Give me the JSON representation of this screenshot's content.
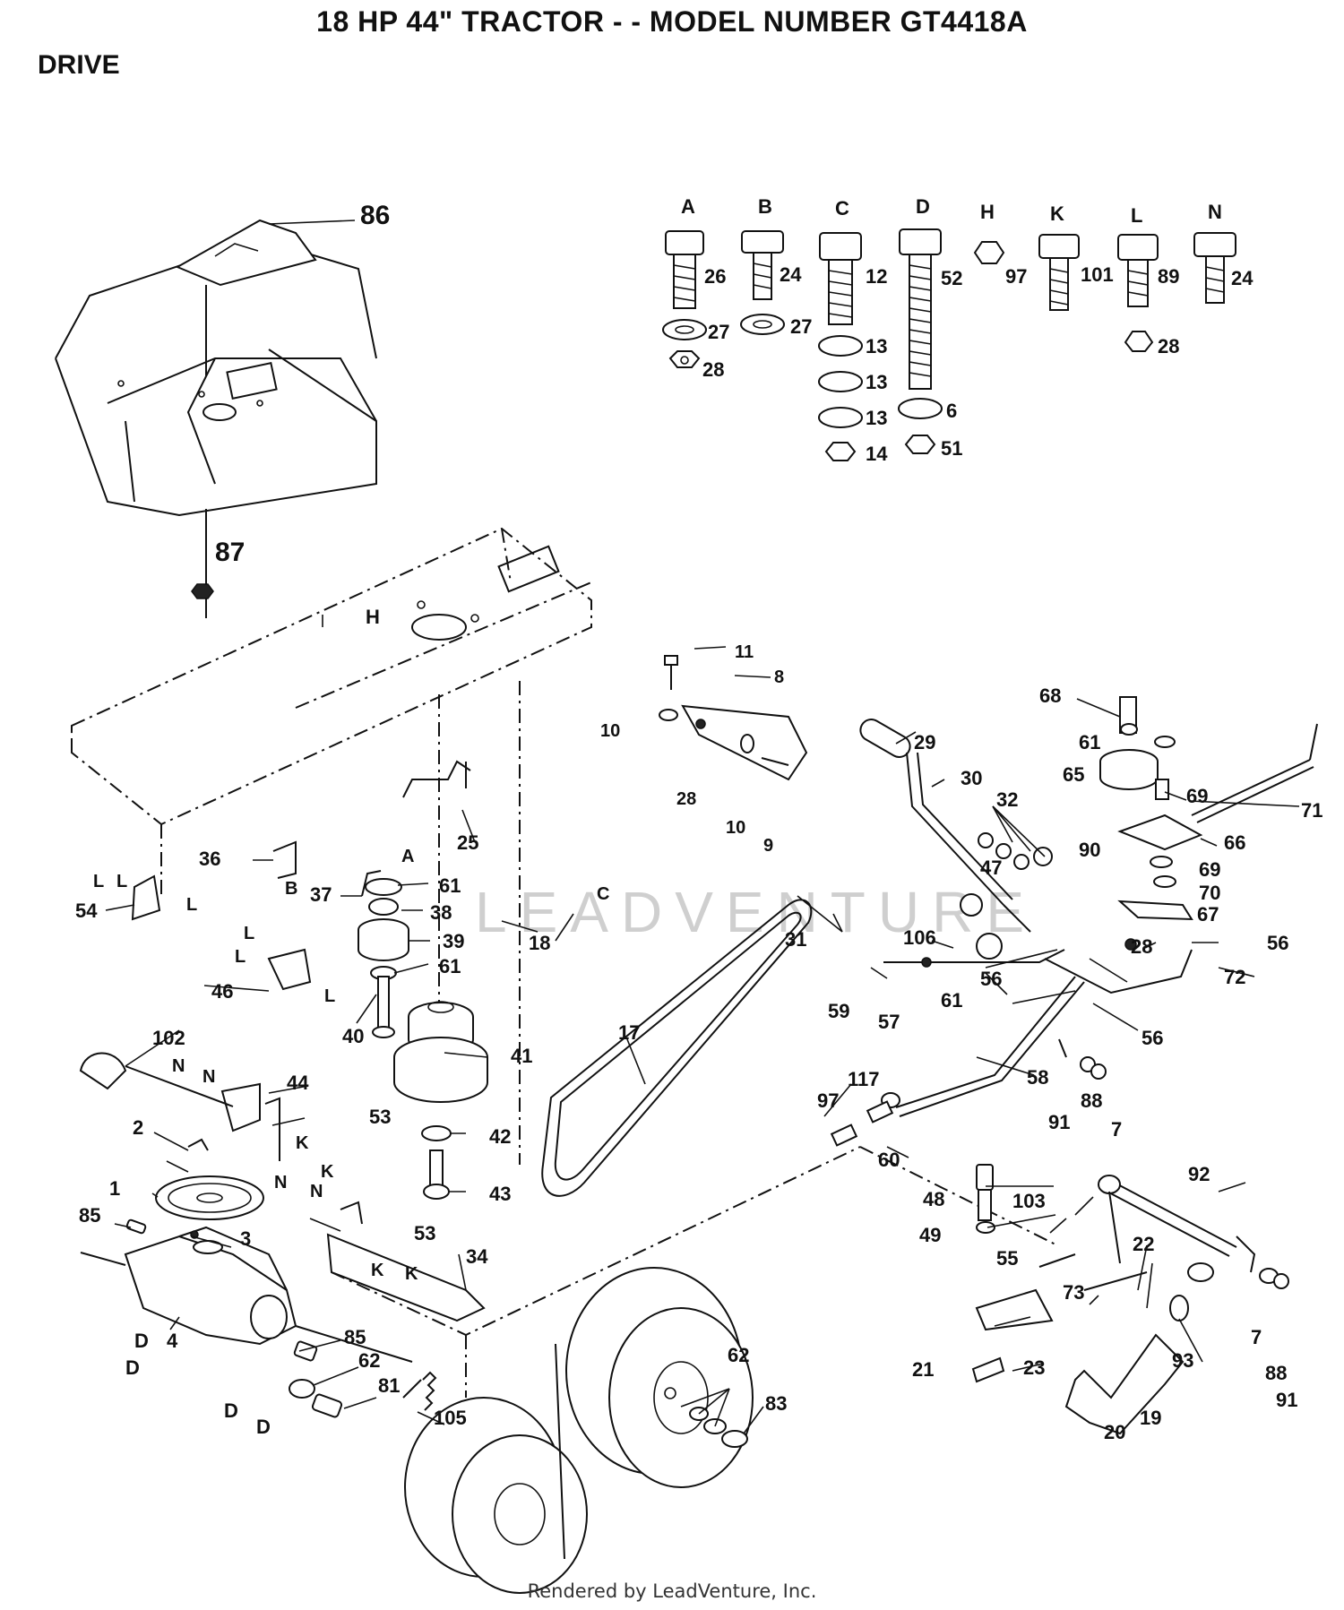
{
  "header": {
    "title": "18 HP 44\" TRACTOR - - MODEL NUMBER GT4418A",
    "section": "DRIVE"
  },
  "footer": {
    "credit": "Rendered by LeadVenture, Inc."
  },
  "watermark": "LEADVENTURE",
  "colors": {
    "ink": "#111111",
    "background": "#ffffff",
    "watermark": "#cfcfcf"
  },
  "hardware_letters": [
    "A",
    "B",
    "C",
    "D",
    "H",
    "K",
    "L",
    "N"
  ],
  "part_numbers": [
    "1",
    "2",
    "3",
    "4",
    "6",
    "7",
    "8",
    "9",
    "10",
    "11",
    "12",
    "13",
    "14",
    "17",
    "18",
    "19",
    "20",
    "21",
    "22",
    "23",
    "24",
    "25",
    "26",
    "27",
    "28",
    "29",
    "30",
    "31",
    "32",
    "34",
    "36",
    "37",
    "38",
    "39",
    "40",
    "41",
    "42",
    "43",
    "44",
    "46",
    "47",
    "48",
    "49",
    "51",
    "52",
    "53",
    "54",
    "55",
    "56",
    "57",
    "58",
    "59",
    "60",
    "61",
    "62",
    "65",
    "66",
    "67",
    "68",
    "69",
    "70",
    "71",
    "72",
    "73",
    "81",
    "83",
    "85",
    "86",
    "87",
    "88",
    "89",
    "90",
    "91",
    "92",
    "93",
    "97",
    "101",
    "102",
    "103",
    "105",
    "106",
    "117"
  ]
}
